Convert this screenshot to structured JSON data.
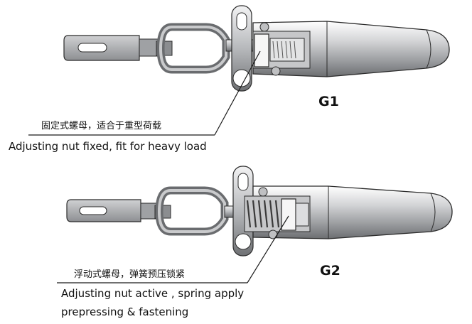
{
  "g1": {
    "tag": "G1",
    "label_zh": "固定式螺母，适合于重型荷载",
    "label_en": "Adjusting nut fixed, fit for heavy load"
  },
  "g2": {
    "tag": "G2",
    "label_zh": "浮动式螺母，弹簧预压锁紧",
    "label_en_line1": "Adjusting nut active , spring apply",
    "label_en_line2": "prepressing & fastening"
  },
  "colors": {
    "metal_light": "#d9dadc",
    "metal_mid": "#a9abae",
    "metal_dark": "#5e6063",
    "outline": "#2b2b2b"
  }
}
